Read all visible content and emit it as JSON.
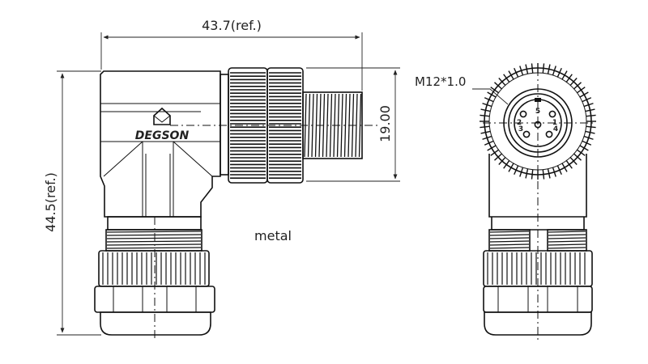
{
  "dimensions": {
    "width_label": "43.7(ref.)",
    "height_label": "44.5(ref.)",
    "thread_diameter_label": "19.00",
    "thread_spec_label": "M12*1.0"
  },
  "brand": {
    "text": "DEGSON"
  },
  "material_note": "metal",
  "pins": [
    "1",
    "2",
    "3",
    "4",
    "5"
  ],
  "colors": {
    "line": "#111111",
    "background": "#ffffff"
  }
}
